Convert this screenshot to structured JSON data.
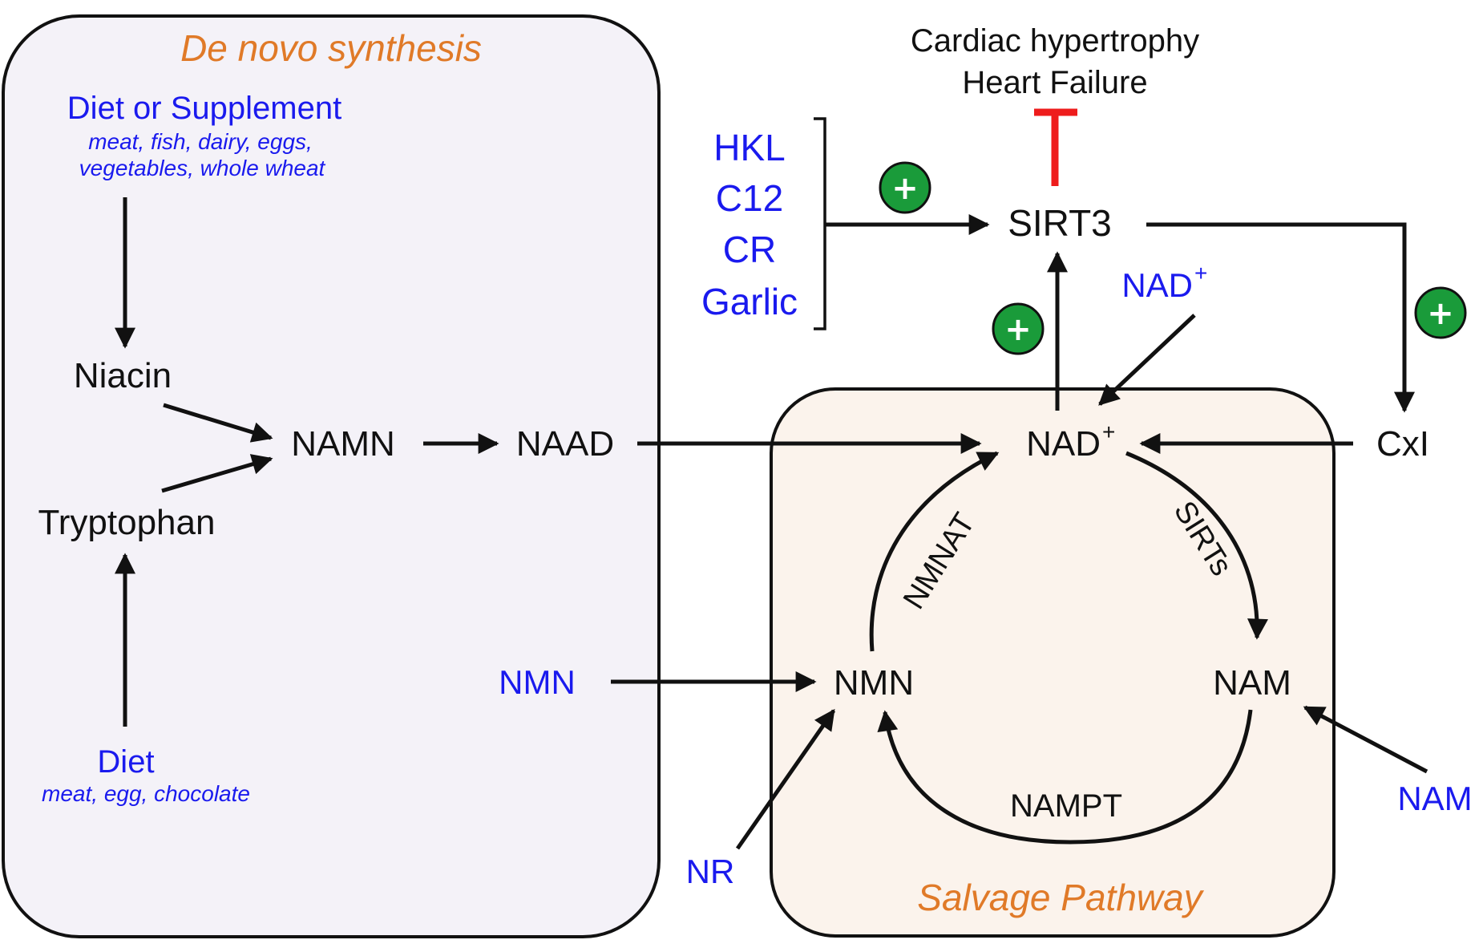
{
  "colors": {
    "black": "#111111",
    "blue": "#1a1aee",
    "orange": "#e07a28",
    "red": "#ee1c1c",
    "green_plus": "#1a9b3a",
    "denovo_bg": "#f4f2f8",
    "salvage_bg": "#fbf3ec"
  },
  "outcome": {
    "line1": "Cardiac hypertrophy",
    "line2": "Heart Failure"
  },
  "denovo": {
    "title": "De novo synthesis",
    "diet_supplement": "Diet or Supplement",
    "diet_supplement_sub1": "meat, fish, dairy, eggs,",
    "diet_supplement_sub2": "vegetables, whole  wheat",
    "niacin": "Niacin",
    "tryptophan": "Tryptophan",
    "namn": "NAMN",
    "naad": "NAAD",
    "diet": "Diet",
    "diet_sub": "meat, egg, chocolate",
    "nmn_input": "NMN"
  },
  "activators": [
    "HKL",
    "C12",
    "CR",
    "Garlic"
  ],
  "sirt3": "SIRT3",
  "nad_input": {
    "text": "NAD",
    "sup": "+"
  },
  "nad_center": {
    "text": "NAD",
    "sup": "+"
  },
  "cxi": "CxI",
  "salvage": {
    "title": "Salvage Pathway",
    "nmn": "NMN",
    "nam": "NAM",
    "nmnat": "NMNAT",
    "sirts": "SIRTs",
    "nampt": "NAMPT"
  },
  "nr": "NR",
  "nam_input": "NAM",
  "plus_symbol": "+",
  "icons": [
    "plus-circle-icon",
    "inhibition-bar-icon",
    "arrow-icon",
    "bracket-icon"
  ]
}
